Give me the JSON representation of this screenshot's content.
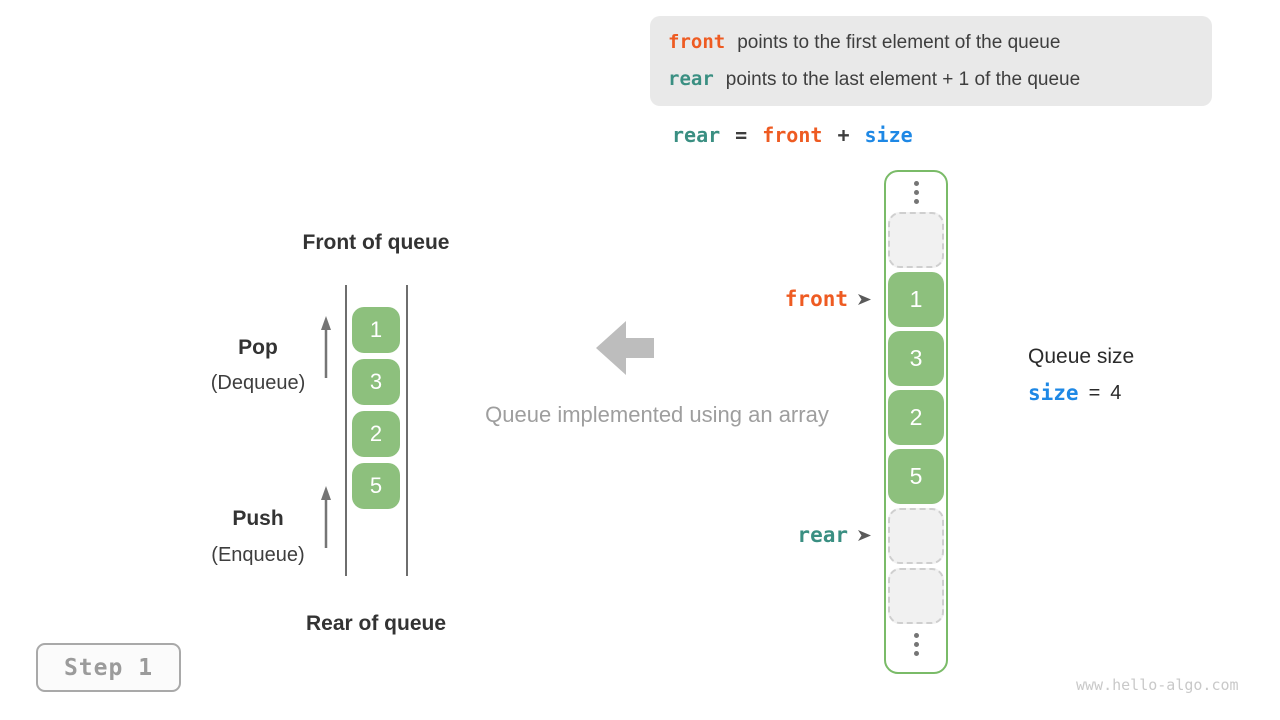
{
  "palette": {
    "front_orange": "#EE5B22",
    "rear_teal": "#3A8F82",
    "size_blue": "#1E88E5",
    "cell_green": "#8DC07D",
    "container_border_green": "#7ABB68",
    "info_box_bg": "#E9E9E9",
    "dark_text": "#3E3E3E",
    "gray_text": "#9E9E9E",
    "block_arrow_gray": "#BDBDBD"
  },
  "info_box": {
    "line1": {
      "code": "front",
      "text": "points to the first element of the queue"
    },
    "line2": {
      "code": "rear",
      "text": "points to the last element + 1 of the queue"
    }
  },
  "formula": {
    "t1": "rear",
    "t2": "=",
    "t3": "front",
    "t4": "+",
    "t5": "size"
  },
  "left_diagram": {
    "front_label": "Front of queue",
    "rear_label": "Rear of queue",
    "pop_title": "Pop",
    "pop_subtitle": "(Dequeue)",
    "push_title": "Push",
    "push_subtitle": "(Enqueue)",
    "values": [
      "1",
      "3",
      "2",
      "5"
    ]
  },
  "center_caption": "Queue implemented using an array",
  "right_array": {
    "front_pointer": "front",
    "rear_pointer": "rear",
    "values": [
      "1",
      "3",
      "2",
      "5"
    ]
  },
  "queue_size": {
    "label": "Queue size",
    "variable": "size",
    "equals": "=",
    "value": "4"
  },
  "step_badge": "Step 1",
  "watermark": "www.hello-algo.com"
}
